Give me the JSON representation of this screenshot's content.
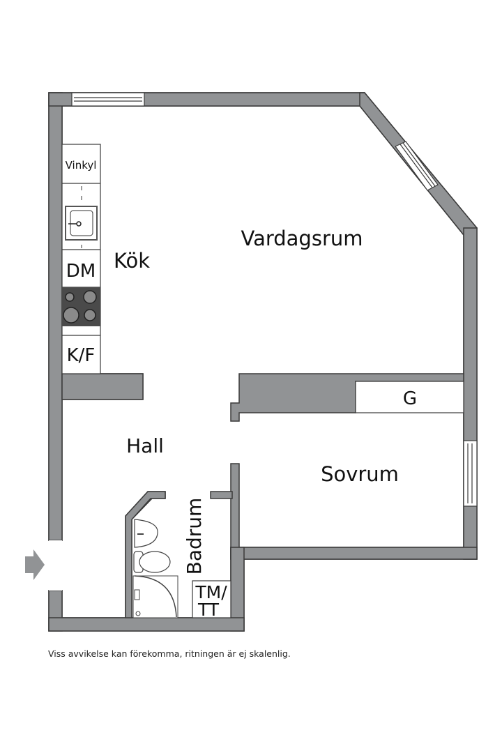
{
  "rooms": {
    "vardagsrum": "Vardagsrum",
    "kok": "Kök",
    "hall": "Hall",
    "sovrum": "Sovrum",
    "badrum": "Badrum"
  },
  "fixtures": {
    "vinkyl": "Vinkyl",
    "dm": "DM",
    "kf": "K/F",
    "g": "G",
    "tmtt_line1": "TM/",
    "tmtt_line2": "TT"
  },
  "icons": {
    "entrance": "entrance-arrow-icon",
    "sink": "kitchen-sink-icon",
    "stove": "stove-icon",
    "washbasin": "washbasin-icon",
    "toilet": "toilet-icon",
    "shower": "shower-icon"
  },
  "colors": {
    "wall": "#919395",
    "stroke": "#3a3a3a",
    "stove": "#4a4a4a",
    "background": "#ffffff"
  },
  "footer": {
    "disclaimer": "Viss avvikelse kan förekomma, ritningen är ej skalenlig."
  }
}
